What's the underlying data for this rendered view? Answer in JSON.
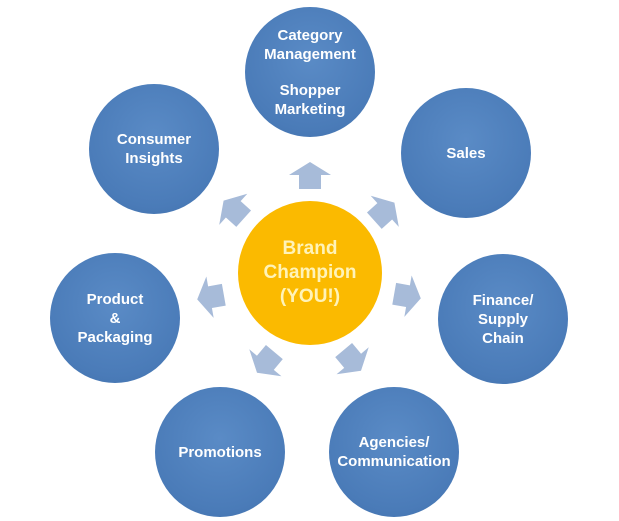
{
  "center": {
    "lines": [
      "Brand",
      "Champion",
      "(YOU!)"
    ]
  },
  "nodes": {
    "category": {
      "lines": [
        "Category",
        "Management",
        "Shopper",
        "Marketing"
      ]
    },
    "sales": {
      "lines": [
        "Sales"
      ]
    },
    "finance": {
      "lines": [
        "Finance/",
        "Supply",
        "Chain"
      ]
    },
    "agencies": {
      "lines": [
        "Agencies/",
        "Communication"
      ]
    },
    "promotions": {
      "lines": [
        "Promotions"
      ]
    },
    "product": {
      "lines": [
        "Product",
        "&",
        "Packaging"
      ]
    },
    "consumer": {
      "lines": [
        "Consumer",
        "Insights"
      ]
    }
  },
  "colors": {
    "node": "#4f81bd",
    "center": "#fbba00",
    "arrow": "#a7bbd9"
  }
}
